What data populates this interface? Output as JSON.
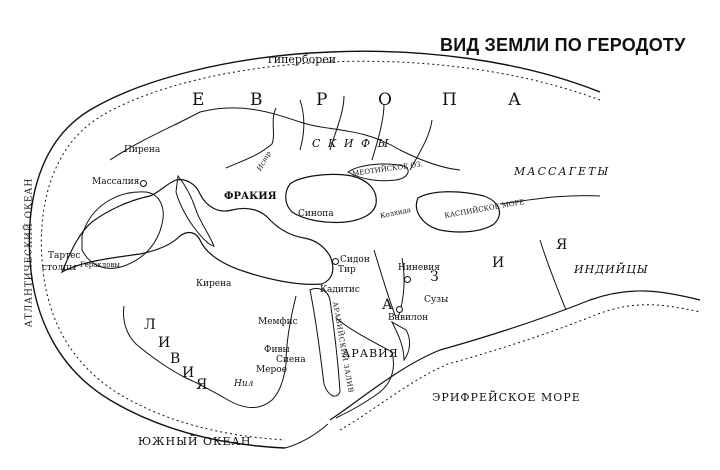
{
  "title": "ВИД ЗЕМЛИ ПО ГЕРОДОТУ",
  "regions": {
    "hyperboreans": "гипербореи",
    "europe": [
      "Е",
      "В",
      "Р",
      "О",
      "П",
      "А"
    ],
    "scythians": "С К И Ф Ы",
    "massagetae": "МАССАГЕТЫ",
    "asia": [
      "А",
      "З",
      "И",
      "Я"
    ],
    "indians": "ИНДИЙЦЫ",
    "libya": [
      "Л",
      "И",
      "В",
      "И",
      "Я"
    ],
    "thrace": "ФРАКИЯ",
    "arabia": "АРАВИЯ"
  },
  "seas": {
    "atlantic": "АТЛАНТИЧЕСКИЙ ОКЕАН",
    "southern": "ЮЖНЫЙ ОКЕАН",
    "erythraean": "ЭРИФРЕЙСКОЕ МОРЕ",
    "meotian": "МЕОТИЙСКОЕ ОЗ.",
    "caspian": "КАСПИЙСКОЕ МОРЕ",
    "arabian_gulf": "АРАВИЙСКИЙ ЗАЛИВ"
  },
  "places": {
    "pyrene": "Пирена",
    "massalia": "Массалия",
    "tartessos": "Тартес",
    "pillars": "столпы",
    "hercules": "Геракловы",
    "sinope": "Синопа",
    "colchis": "Колхида",
    "cyrene": "Кирена",
    "sidon": "Сидон",
    "tyre": "Тир",
    "kadytis": "Кадитис",
    "nineveh": "Ниневия",
    "babylon": "Вавилон",
    "susa": "Сузы",
    "memphis": "Мемфис",
    "thebes": "Фивы",
    "syene": "Сиена",
    "meroe": "Мерое"
  },
  "rivers": {
    "nile": "Нил",
    "istros": "Истр"
  }
}
